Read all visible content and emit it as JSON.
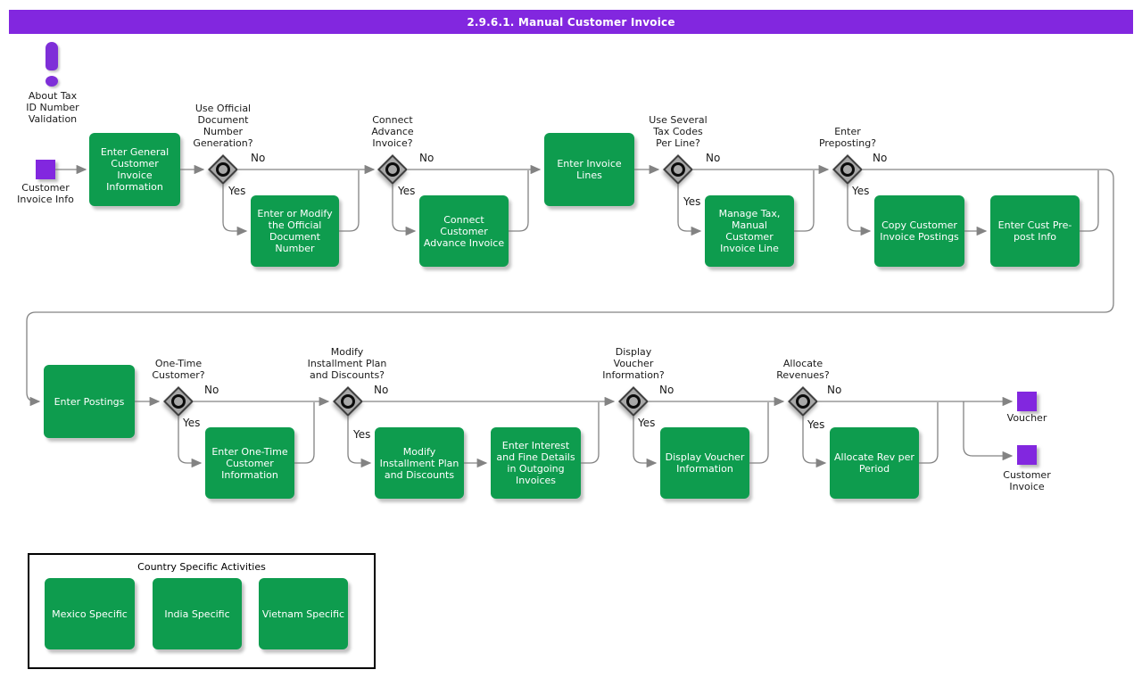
{
  "title_bar": {
    "text": "2.9.6.1. Manual Customer Invoice"
  },
  "colors": {
    "accent_purple": "#8227DF",
    "activity_green": "#0E9C4E",
    "connector_gray": "#838383",
    "diamond_gray": "#A8A8A8"
  },
  "info_note": {
    "label": "About Tax\nID Number\nValidation"
  },
  "start": {
    "label": "Customer\nInvoice Info"
  },
  "activities": [
    {
      "label": "Enter General\nCustomer\nInvoice\nInformation"
    },
    {
      "label": "Enter or Modify\nthe Official\nDocument\nNumber"
    },
    {
      "label": "Connect\nCustomer\nAdvance Invoice"
    },
    {
      "label": "Enter Invoice\nLines"
    },
    {
      "label": "Manage Tax,\nManual\nCustomer\nInvoice Line"
    },
    {
      "label": "Copy Customer\nInvoice Postings"
    },
    {
      "label": "Enter Cust Pre-\npost Info"
    },
    {
      "label": "Enter Postings"
    },
    {
      "label": "Enter One-Time\nCustomer\nInformation"
    },
    {
      "label": "Modify\nInstallment Plan\nand Discounts"
    },
    {
      "label": "Enter Interest\nand Fine Details\nin Outgoing\nInvoices"
    },
    {
      "label": "Display Voucher\nInformation"
    },
    {
      "label": "Allocate Rev per\nPeriod"
    }
  ],
  "decisions": [
    {
      "question": "Use Official\nDocument\nNumber\nGeneration?",
      "yes": "Yes",
      "no": "No"
    },
    {
      "question": "Connect\nAdvance\nInvoice?",
      "yes": "Yes",
      "no": "No"
    },
    {
      "question": "Use Several\nTax Codes\nPer Line?",
      "yes": "Yes",
      "no": "No"
    },
    {
      "question": "Enter\nPreposting?",
      "yes": "Yes",
      "no": "No"
    },
    {
      "question": "One-Time\nCustomer?",
      "yes": "Yes",
      "no": "No"
    },
    {
      "question": "Modify\nInstallment Plan\nand Discounts?",
      "yes": "Yes",
      "no": "No"
    },
    {
      "question": "Display\nVoucher\nInformation?",
      "yes": "Yes",
      "no": "No"
    },
    {
      "question": "Allocate\nRevenues?",
      "yes": "Yes",
      "no": "No"
    }
  ],
  "ends": [
    {
      "label": "Voucher"
    },
    {
      "label": "Customer\nInvoice"
    }
  ],
  "country_box": {
    "title": "Country Specific Activities",
    "items": [
      {
        "label": "Mexico Specific"
      },
      {
        "label": "India Specific"
      },
      {
        "label": "Vietnam Specific"
      }
    ]
  }
}
